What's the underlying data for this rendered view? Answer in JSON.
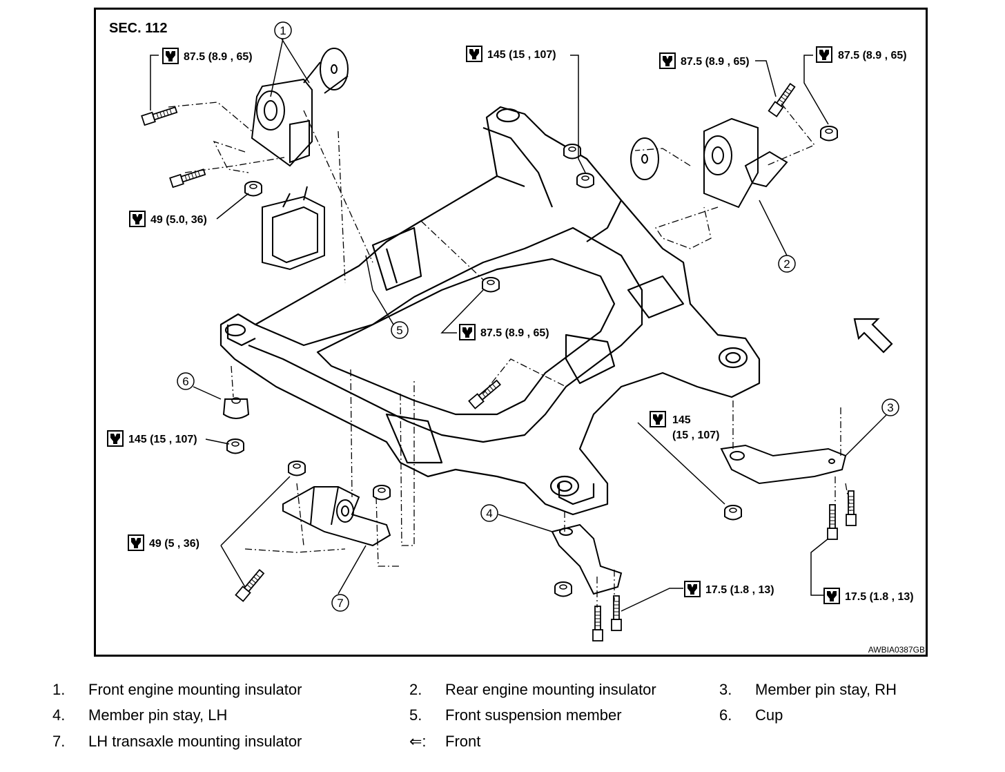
{
  "diagram": {
    "section": "SEC. 112",
    "image_code": "AWBIA0387GB",
    "torques": {
      "t1": "87.5 (8.9 , 65)",
      "t2": "145 (15 , 107)",
      "t3": "87.5 (8.9 , 65)",
      "t4": "87.5 (8.9 , 65)",
      "t5": "49 (5.0, 36)",
      "t6": "87.5 (8.9 , 65)",
      "t7a": "145",
      "t7b": "(15 , 107)",
      "t8": "145 (15 , 107)",
      "t9": "49 (5 , 36)",
      "t10": "17.5 (1.8 , 13)",
      "t11": "17.5 (1.8 , 13)"
    },
    "callouts": [
      "1",
      "2",
      "3",
      "4",
      "5",
      "6",
      "7"
    ]
  },
  "legend": [
    {
      "num": "1.",
      "text": "Front engine mounting insulator"
    },
    {
      "num": "2.",
      "text": "Rear engine mounting insulator"
    },
    {
      "num": "3.",
      "text": "Member pin stay, RH"
    },
    {
      "num": "4.",
      "text": "Member pin stay, LH"
    },
    {
      "num": "5.",
      "text": "Front suspension member"
    },
    {
      "num": "6.",
      "text": "Cup"
    },
    {
      "num": "7.",
      "text": "LH transaxle mounting insulator"
    },
    {
      "num": "⇐:",
      "text": "Front"
    }
  ]
}
